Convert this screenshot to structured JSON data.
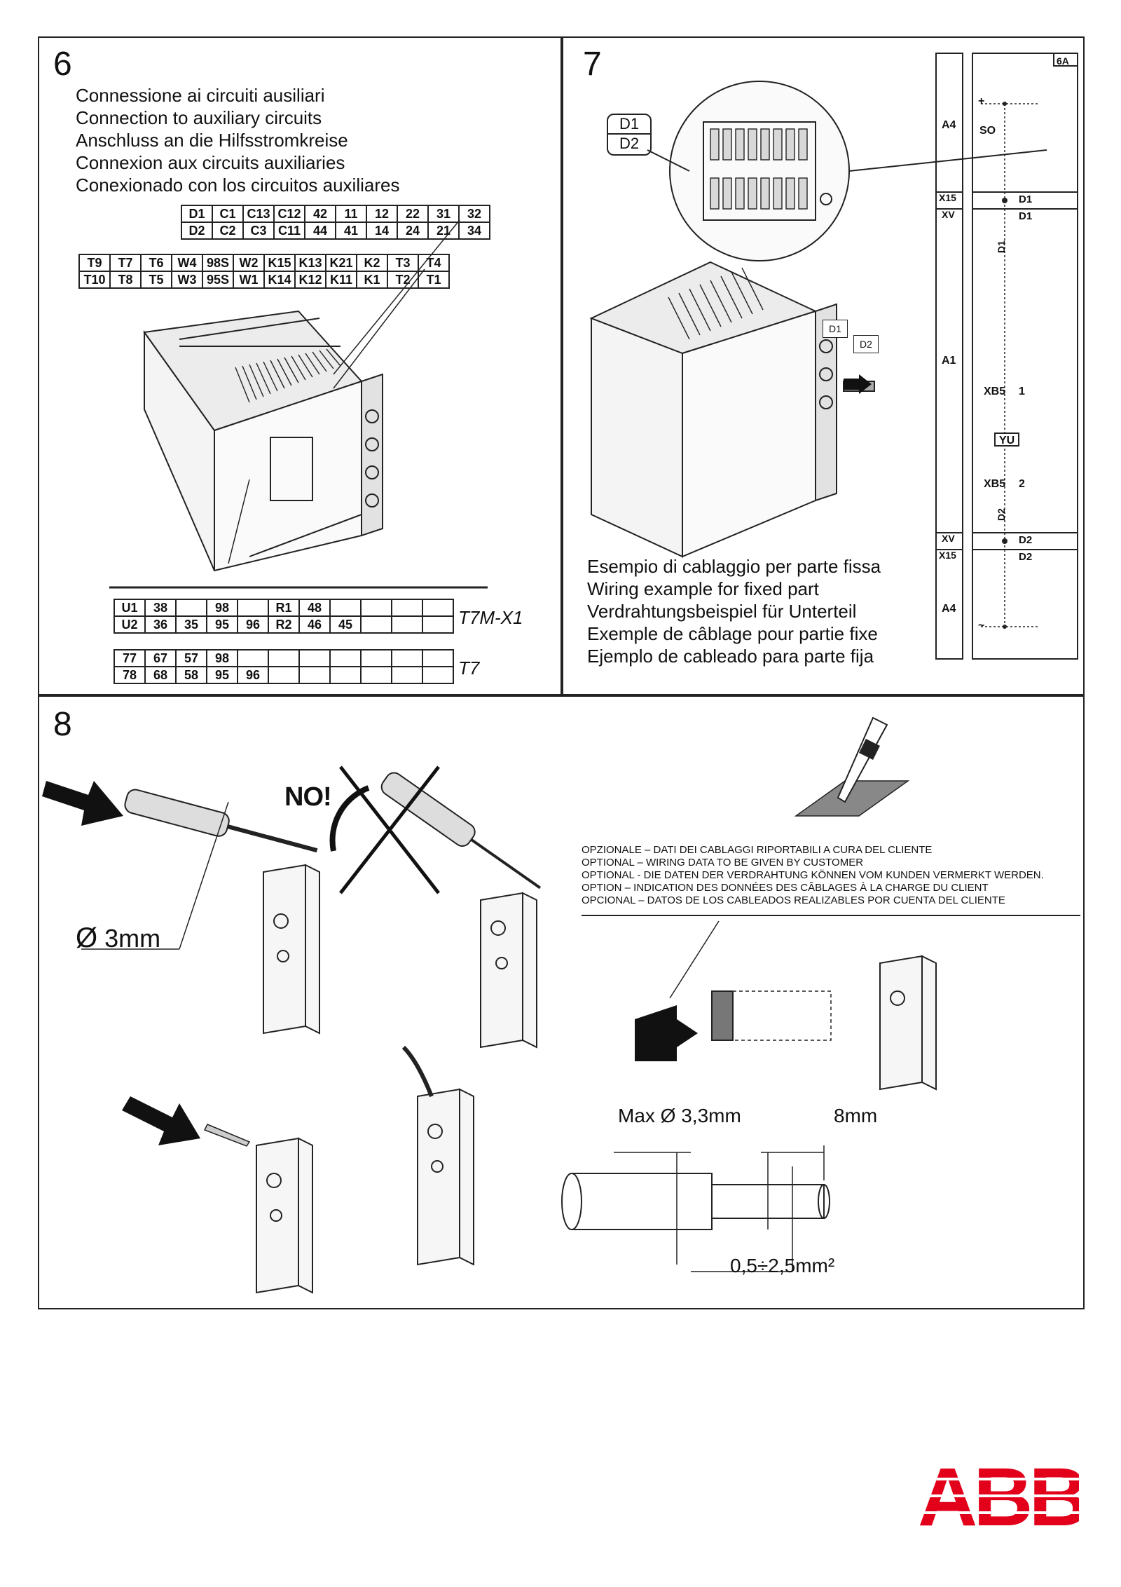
{
  "panel6": {
    "number": "6",
    "titles": [
      "Connessione ai circuiti ausiliari",
      "Connection to auxiliary circuits",
      "Anschluss an die Hilfsstromkreise",
      "Connexion aux circuits auxiliaries",
      "Conexionado con los circuitos auxiliares"
    ],
    "top_table": [
      [
        "D1",
        "C1",
        "C13",
        "C12",
        "42",
        "11",
        "12",
        "22",
        "31",
        "32"
      ],
      [
        "D2",
        "C2",
        "C3",
        "C11",
        "44",
        "41",
        "14",
        "24",
        "21",
        "34"
      ]
    ],
    "mid_table": [
      [
        "T9",
        "T7",
        "T6",
        "W4",
        "98S",
        "W2",
        "K15",
        "K13",
        "K21",
        "K2",
        "T3",
        "T4"
      ],
      [
        "T10",
        "T8",
        "T5",
        "W3",
        "95S",
        "W1",
        "K14",
        "K12",
        "K11",
        "K1",
        "T2",
        "T1"
      ]
    ],
    "t7mx1_table": [
      [
        "U1",
        "38",
        "",
        "98",
        "",
        "R1",
        "48",
        "",
        "",
        "",
        ""
      ],
      [
        "U2",
        "36",
        "35",
        "95",
        "96",
        "R2",
        "46",
        "45",
        "",
        "",
        ""
      ]
    ],
    "t7mx1_label": "T7M-X1",
    "t7_table": [
      [
        "77",
        "67",
        "57",
        "98",
        "",
        "",
        "",
        "",
        "",
        "",
        ""
      ],
      [
        "78",
        "68",
        "58",
        "95",
        "96",
        "",
        "",
        "",
        "",
        "",
        ""
      ]
    ],
    "t7_label": "T7"
  },
  "panel7": {
    "number": "7",
    "callout": [
      "D1",
      "D2"
    ],
    "plug_labels": [
      "D1",
      "D2"
    ],
    "captions": [
      "Esempio di cablaggio per parte fissa",
      "Wiring example for fixed part",
      "Verdrahtungsbeispiel für Unterteil",
      "Exemple de câblage pour partie fixe",
      "Ejemplo de cableado para parte fija"
    ],
    "schematic": {
      "sheet": "6A",
      "left_labels": [
        "A4",
        "X15",
        "XV",
        "A1",
        "XV",
        "X15",
        "A4"
      ],
      "right_labels": [
        "SO",
        "D1",
        "D1",
        "XB5",
        "1",
        "YU",
        "XB5",
        "2",
        "D2",
        "D2"
      ],
      "wire_labels": [
        "D1",
        "D2"
      ],
      "supply_top": "+",
      "supply_bottom": "~"
    }
  },
  "panel8": {
    "number": "8",
    "no_label": "NO!",
    "diameter": "3mm",
    "optional_lines": [
      "OPZIONALE – DATI DEI CABLAGGI RIPORTABILI A CURA DEL CLIENTE",
      "OPTIONAL   – WIRING DATA TO BE GIVEN BY CUSTOMER",
      "OPTIONAL - DIE DATEN DER VERDRAHTUNG KÖNNEN VOM KUNDEN VERMERKT WERDEN.",
      "OPTION – INDICATION DES DONNÉES DES CÂBLAGES À LA CHARGE DU CLIENT",
      "OPCIONAL – DATOS DE LOS CABLEADOS REALIZABLES POR CUENTA DEL CLIENTE"
    ],
    "max_diameter": "Max Ø 3,3mm",
    "strip_length": "8mm",
    "section": "0,5÷2,5mm²"
  },
  "logo": "ABB",
  "colors": {
    "logo": "#e2001a",
    "ink": "#222222",
    "fill_gray": "#bdbdbd"
  }
}
